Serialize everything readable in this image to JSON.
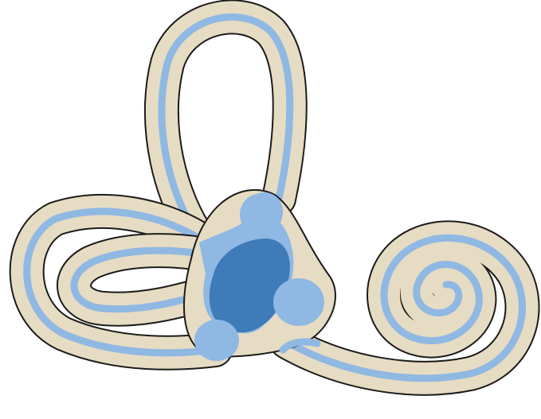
{
  "colors": {
    "background": "#ffffff",
    "bone": "#e6dcc3",
    "membrane": "#8fb8e3",
    "membrane_dark": "#3f7ab9",
    "outline": "#1b1b1b"
  },
  "structures": [
    {
      "name": "superior-semicircular-canal"
    },
    {
      "name": "lateral-semicircular-canal"
    },
    {
      "name": "posterior-semicircular-canal"
    },
    {
      "name": "vestibule"
    },
    {
      "name": "utricle"
    },
    {
      "name": "saccule"
    },
    {
      "name": "cochlea"
    }
  ]
}
